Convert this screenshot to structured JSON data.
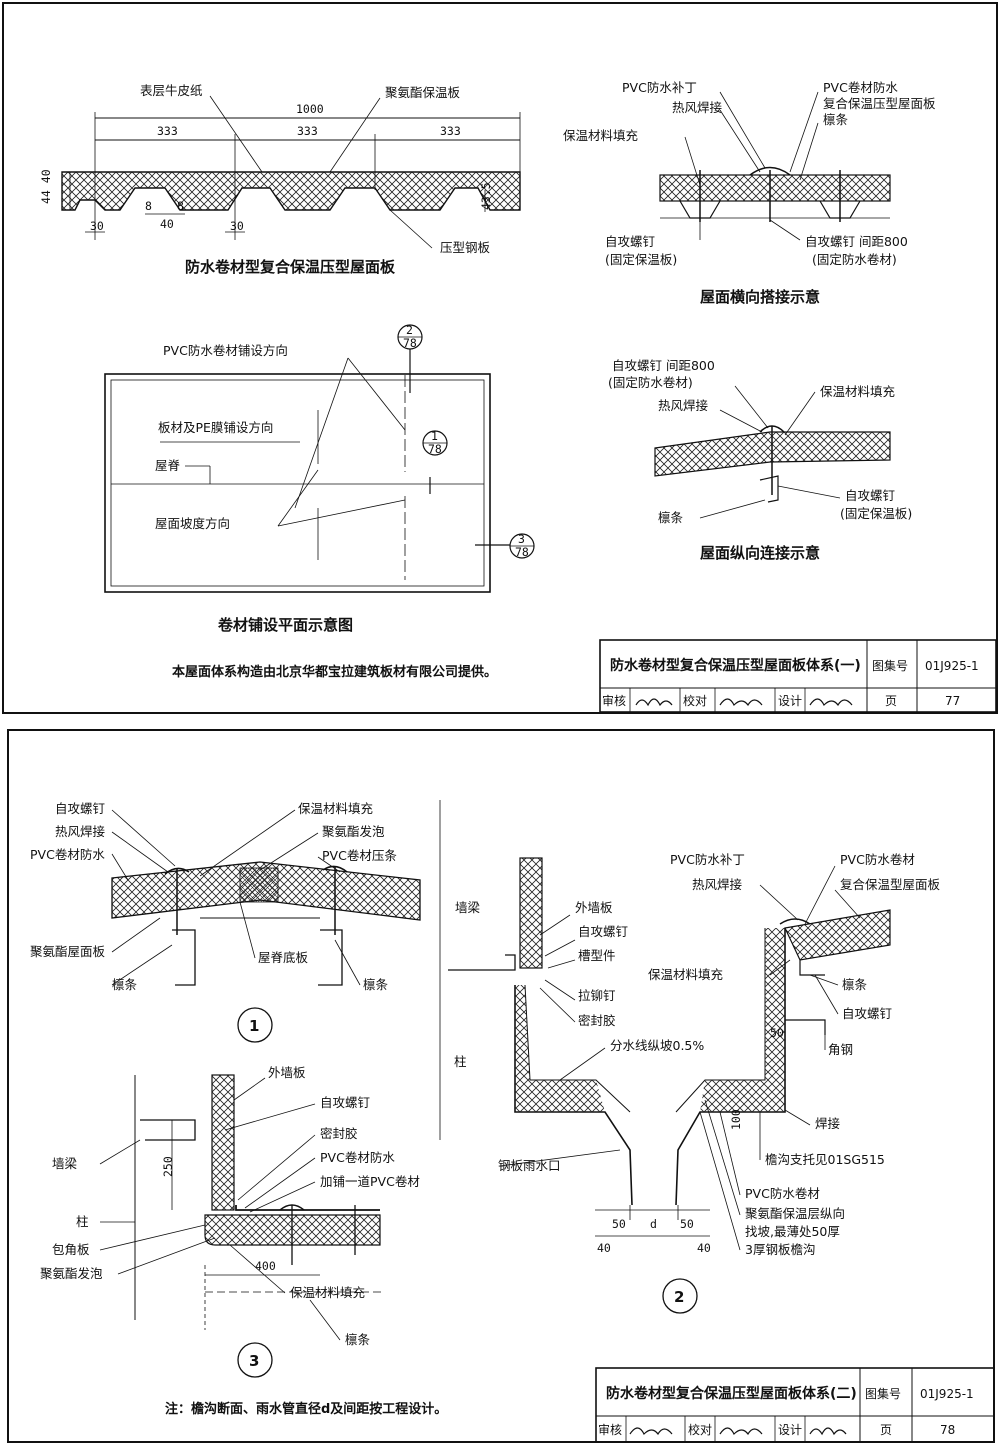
{
  "sheet1": {
    "panel": {
      "label_top_left": "表层牛皮纸",
      "label_top_right": "聚氨酯保温板",
      "label_bottom": "压型钢板",
      "dim_total": "1000",
      "dim_segments": [
        "333",
        "333",
        "333"
      ],
      "dim_height_left": "44 40",
      "dim_small": [
        "30",
        "8",
        "40",
        "8",
        "30",
        "43.5"
      ],
      "caption": "防水卷材型复合保温压型屋面板"
    },
    "transverse": {
      "labels": [
        "PVC防水补丁",
        "热风焊接",
        "保温材料填充",
        "PVC卷材防水",
        "复合保温压型屋面板",
        "檩条"
      ],
      "screw_left_1": "自攻螺钉",
      "screw_left_2": "(固定保温板)",
      "screw_right_1": "自攻螺钉  间距800",
      "screw_right_2": "(固定防水卷材)",
      "caption": "屋面横向搭接示意"
    },
    "plan": {
      "label_pvc": "PVC防水卷材铺设方向",
      "label_board": "板材及PE膜铺设方向",
      "label_ridge": "屋脊",
      "label_slope": "屋面坡度方向",
      "caption": "卷材铺设平面示意图",
      "callouts": [
        {
          "num": "2",
          "sheet": "78"
        },
        {
          "num": "1",
          "sheet": "78"
        },
        {
          "num": "3",
          "sheet": "78"
        }
      ]
    },
    "longitudinal": {
      "screw_top_1": "自攻螺钉  间距800",
      "screw_top_2": "(固定防水卷材)",
      "label_weld": "热风焊接",
      "label_fill": "保温材料填充",
      "screw_bot_1": "自攻螺钉",
      "screw_bot_2": "(固定保温板)",
      "label_purlin": "檩条",
      "caption": "屋面纵向连接示意"
    },
    "footnote": "本屋面体系构造由北京华都宝拉建筑板材有限公司提供。",
    "title_block": {
      "title": "防水卷材型复合保温压型屋面板体系(一)",
      "atlas_label": "图集号",
      "atlas_no": "01J925-1",
      "review": "审核",
      "check": "校对",
      "design": "设计",
      "page_label": "页",
      "page_no": "77"
    }
  },
  "sheet2": {
    "detail1": {
      "labels_left": [
        "自攻螺钉",
        "热风焊接",
        "PVC卷材防水",
        "聚氨酯屋面板",
        "檩条"
      ],
      "labels_right": [
        "保温材料填充",
        "聚氨酯发泡",
        "PVC卷材压条",
        "屋脊底板",
        "檩条"
      ],
      "num": "1"
    },
    "detail3": {
      "labels_right": [
        "外墙板",
        "自攻螺钉",
        "密封胶",
        "PVC卷材防水",
        "加铺一道PVC卷材",
        "保温材料填充",
        "檩条"
      ],
      "labels_left": [
        "墙梁",
        "柱",
        "包角板",
        "聚氨酯发泡"
      ],
      "dim_250": "250",
      "dim_400": "400",
      "num": "3"
    },
    "detail2": {
      "labels_left": [
        "墙梁",
        "外墙板",
        "自攻螺钉",
        "槽型件",
        "拉铆钉",
        "密封胶",
        "分水线纵坡0.5%",
        "柱",
        "钢板雨水口"
      ],
      "labels_right": [
        "PVC防水补丁",
        "PVC防水卷材",
        "热风焊接",
        "复合保温型屋面板",
        "保温材料填充",
        "檩条",
        "自攻螺钉",
        "角钢",
        "焊接",
        "檐沟支托见01SG515",
        "PVC防水卷材",
        "聚氨酯保温层纵向",
        "找坡,最薄处50厚",
        "3厚钢板檐沟"
      ],
      "dims": [
        "50",
        "d",
        "50",
        "40",
        "40",
        "50",
        "100"
      ],
      "num": "2"
    },
    "note": "注：檐沟断面、雨水管直径d及间距按工程设计。",
    "title_block": {
      "title": "防水卷材型复合保温压型屋面板体系(二)",
      "atlas_label": "图集号",
      "atlas_no": "01J925-1",
      "review": "审核",
      "check": "校对",
      "design": "设计",
      "page_label": "页",
      "page_no": "78"
    }
  }
}
